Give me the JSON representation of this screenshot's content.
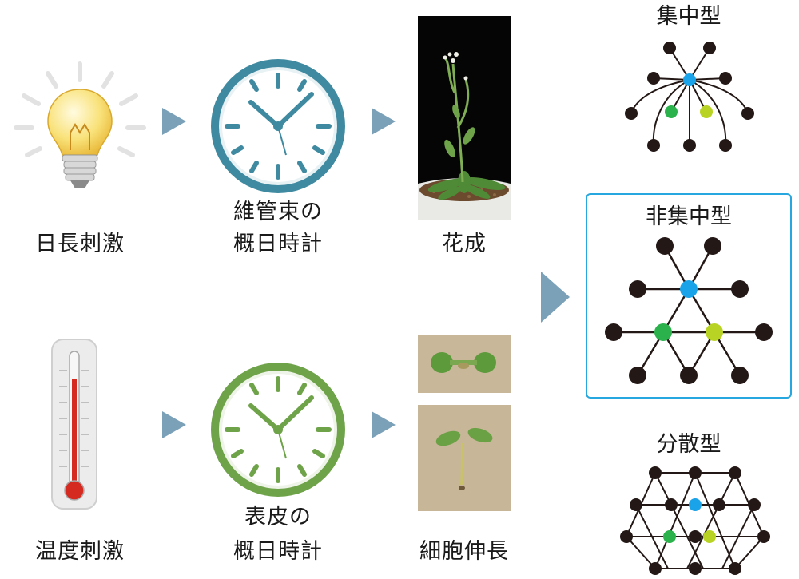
{
  "colors": {
    "arrow": "#7ba1b9",
    "node_black": "#231815",
    "node_blue": "#1aa3e8",
    "node_green": "#2bb24c",
    "node_yellowgreen": "#b8d323",
    "highlight_border": "#27a7e0",
    "clock_teal": "#3f8aa0",
    "clock_green": "#6fa34a"
  },
  "top_row": {
    "stimulus_label": "日長刺激",
    "clock_label_line1": "維管束の",
    "clock_label_line2": "概日時計",
    "output_label": "花成"
  },
  "bottom_row": {
    "stimulus_label": "温度刺激",
    "clock_label_line1": "表皮の",
    "clock_label_line2": "概日時計",
    "output_label": "細胞伸長"
  },
  "networks": {
    "centralized": "集中型",
    "non_centralized": "非集中型",
    "distributed": "分散型"
  },
  "icons": {
    "light_bulb": "light-bulb-icon",
    "thermometer": "thermometer-icon",
    "clock": "clock-icon",
    "arrow": "right-triangle-arrow-icon",
    "flowering_plant": "flowering-plant-photo",
    "seedling": "seedling-photo"
  }
}
